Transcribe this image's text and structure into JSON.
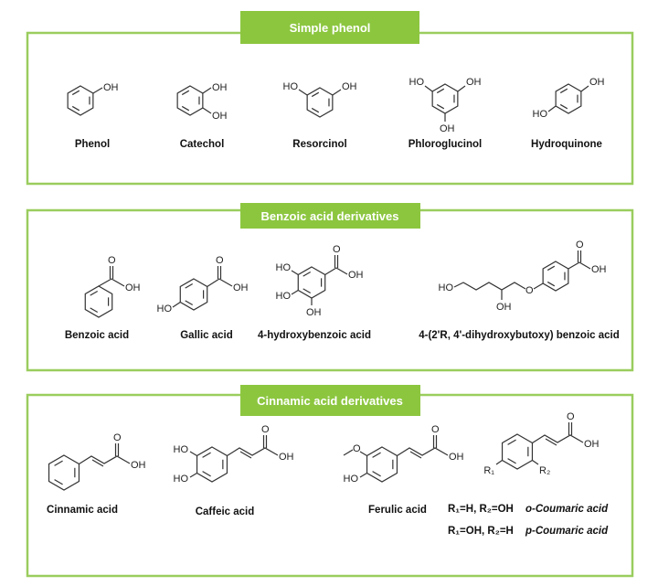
{
  "colors": {
    "accent": "#8cc63f",
    "border": "#9acd5e"
  },
  "sections": [
    {
      "title": "Simple phenol",
      "compounds": [
        {
          "name": "Phenol",
          "atoms": [
            "OH"
          ]
        },
        {
          "name": "Catechol",
          "atoms": [
            "OH",
            "OH"
          ]
        },
        {
          "name": "Resorcinol",
          "atoms": [
            "HO",
            "OH"
          ]
        },
        {
          "name": "Phloroglucinol",
          "atoms": [
            "HO",
            "OH",
            "OH"
          ]
        },
        {
          "name": "Hydroquinone",
          "atoms": [
            "OH",
            "HO"
          ]
        }
      ]
    },
    {
      "title": "Benzoic acid derivatives",
      "compounds": [
        {
          "name": "Benzoic acid",
          "atoms": [
            "O",
            "OH"
          ]
        },
        {
          "name": "Gallic acid",
          "atoms": [
            "O",
            "OH",
            "HO"
          ]
        },
        {
          "name": "4-hydroxybenzoic acid",
          "atoms": [
            "O",
            "OH",
            "HO",
            "HO",
            "OH"
          ]
        },
        {
          "name": "4-(2'R, 4'-dihydroxybutoxy) benzoic acid",
          "atoms": [
            "O",
            "OH",
            "O",
            "OH",
            "HO"
          ]
        }
      ]
    },
    {
      "title": "Cinnamic acid derivatives",
      "compounds": [
        {
          "name": "Cinnamic acid",
          "atoms": [
            "O",
            "OH"
          ]
        },
        {
          "name": "Caffeic acid",
          "atoms": [
            "O",
            "OH",
            "HO",
            "HO"
          ]
        },
        {
          "name": "Ferulic acid",
          "atoms": [
            "O",
            "OH",
            "O",
            "HO"
          ]
        },
        {
          "name": "",
          "atoms": [
            "O",
            "OH",
            "R₁",
            "R₂"
          ]
        }
      ],
      "notes": [
        {
          "condition": "R₁=H, R₂=OH",
          "name": "o-Coumaric acid"
        },
        {
          "condition": "R₁=OH, R₂=H",
          "name": "p-Coumaric acid"
        }
      ]
    }
  ]
}
